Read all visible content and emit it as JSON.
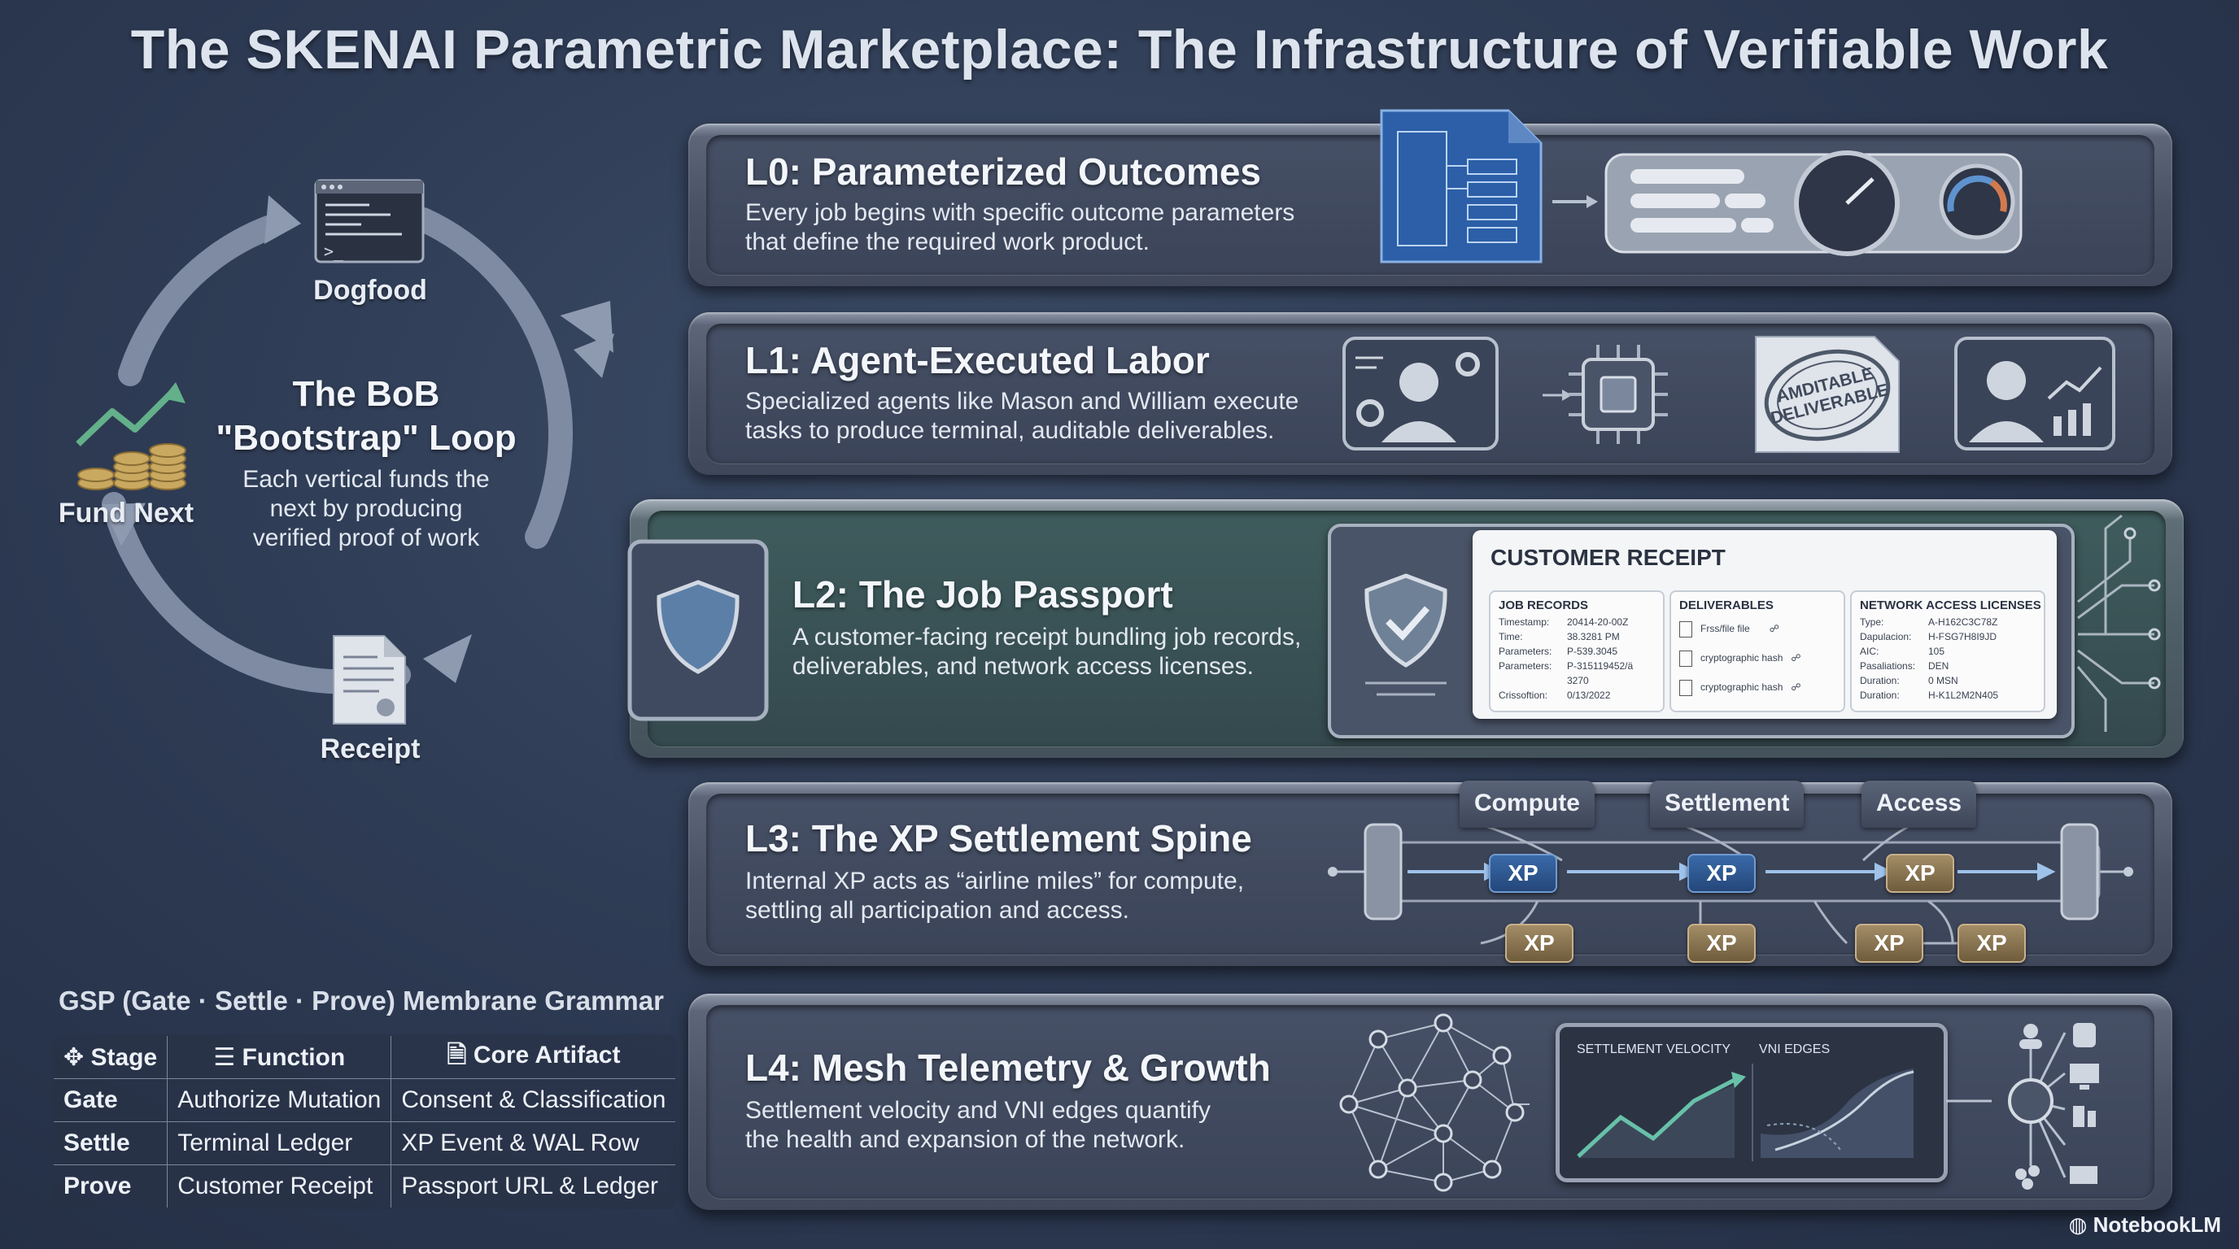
{
  "title": "The SKENAI Parametric Marketplace: The Infrastructure of Verifiable Work",
  "loop": {
    "title_line1": "The BoB",
    "title_line2": "\"Bootstrap\" Loop",
    "desc_line1": "Each vertical funds the",
    "desc_line2": "next by producing",
    "desc_line3": "verified proof of work",
    "nodes": {
      "dogfood": "Dogfood",
      "fund_next": "Fund Next",
      "receipt": "Receipt"
    }
  },
  "layers": {
    "l0": {
      "title": "L0: Parameterized Outcomes",
      "desc1": "Every job begins with specific outcome parameters",
      "desc2": "that define the required work product."
    },
    "l1": {
      "title": "L1: Agent-Executed Labor",
      "desc1": "Specialized agents like Mason and William execute",
      "desc2": "tasks to produce terminal, auditable deliverables.",
      "stamp1": "AMDITABLE",
      "stamp2": "DELIVERABLE"
    },
    "l2": {
      "title": "L2: The Job Passport",
      "desc1": "A customer-facing receipt bundling job records,",
      "desc2": "deliverables, and network access licenses."
    },
    "l3": {
      "title": "L3: The XP Settlement Spine",
      "desc1": "Internal XP acts as “airline miles” for compute,",
      "desc2": "settling all participation and access.",
      "tabs": [
        "Compute",
        "Settlement",
        "Access"
      ],
      "xp": "XP"
    },
    "l4": {
      "title": "L4: Mesh Telemetry & Growth",
      "desc1": "Settlement velocity and VNI edges quantify",
      "desc2": "the health and expansion of the network.",
      "chart1": "SETTLEMENT VELOCITY",
      "chart2": "VNI EDGES"
    }
  },
  "receipt": {
    "title": "CUSTOMER RECEIPT",
    "job_records": {
      "heading": "JOB RECORDS",
      "rows": [
        {
          "k": "Timestamp:",
          "v": "20414-20-00Z"
        },
        {
          "k": "Time:",
          "v": "38.3281 PM"
        },
        {
          "k": "Parameters:",
          "v": "P-539.3045"
        },
        {
          "k": "Parameters:",
          "v": "P-315119452/ä"
        },
        {
          "k": "",
          "v": "3270"
        },
        {
          "k": "Crissoftion:",
          "v": "0/13/2022"
        }
      ]
    },
    "deliverables": {
      "heading": "DELIVERABLES",
      "rows": [
        "Frss/file file",
        "cryptographic hash",
        "cryptographic hash"
      ]
    },
    "licenses": {
      "heading": "NETWORK ACCESS LICENSES",
      "rows": [
        {
          "k": "Type:",
          "v": "A-H162C3C78Z"
        },
        {
          "k": "Dapulacion:",
          "v": "H-FSG7H8I9JD"
        },
        {
          "k": "AIC:",
          "v": "105"
        },
        {
          "k": "Pasaliations:",
          "v": "DEN"
        },
        {
          "k": "Duration:",
          "v": "0 MSN"
        },
        {
          "k": "Duration:",
          "v": "H-K1L2M2N405"
        }
      ]
    }
  },
  "gsp": {
    "title": "GSP (Gate · Settle · Prove) Membrane Grammar",
    "headers": [
      "Stage",
      "Function",
      "Core Artifact"
    ],
    "rows": [
      [
        "Gate",
        "Authorize Mutation",
        "Consent & Classification"
      ],
      [
        "Settle",
        "Terminal Ledger",
        "XP Event & WAL Row"
      ],
      [
        "Prove",
        "Customer Receipt",
        "Passport URL & Ledger"
      ]
    ]
  },
  "brand": "NotebookLM",
  "colors": {
    "accent_blue": "#2f66b3",
    "xp_gold": "#8a7550",
    "passport_green": "#3f5c5d"
  }
}
